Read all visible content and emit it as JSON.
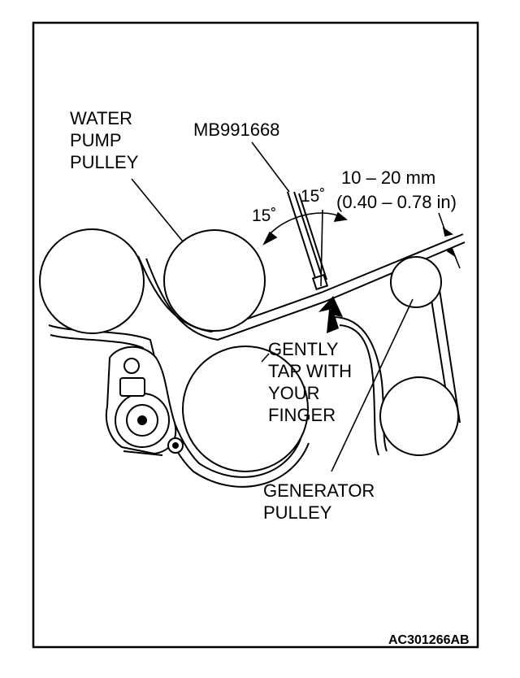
{
  "labels": {
    "water_pump_pulley": "WATER\nPUMP\nPULLEY",
    "tool": "MB991668",
    "angle_left": "15˚",
    "angle_right": "15˚",
    "deflection_mm": "10 – 20 mm",
    "deflection_in": "(0.40 – 0.78 in)",
    "tap_instruction": "GENTLY\nTAP WITH\nYOUR\nFINGER",
    "generator_pulley": "GENERATOR\nPULLEY",
    "figure_code": "AC301266AB"
  }
}
